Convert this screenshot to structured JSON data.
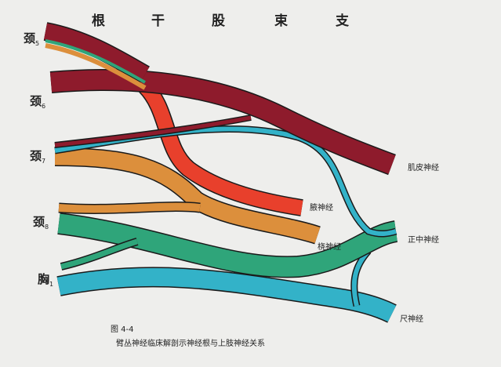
{
  "header": [
    "根",
    "干",
    "股",
    "束",
    "支"
  ],
  "roots": [
    {
      "label": "颈",
      "sub": "5"
    },
    {
      "label": "颈",
      "sub": "6"
    },
    {
      "label": "颈",
      "sub": "7"
    },
    {
      "label": "颈",
      "sub": "8"
    },
    {
      "label": "胸",
      "sub": "1"
    }
  ],
  "nerves": [
    "肌皮神经",
    "腋神经",
    "桡神经",
    "正中神经",
    "尺神经"
  ],
  "caption": {
    "figure": "图 4-4",
    "title": "臂丛神经临床解剖示神经根与上肢神经关系"
  },
  "colors": {
    "dark_red": "#8e1b2c",
    "red": "#e8402c",
    "orange": "#dc8f3c",
    "green": "#2fa57a",
    "cyan": "#33b2c8",
    "outline": "#1a1a1a"
  }
}
